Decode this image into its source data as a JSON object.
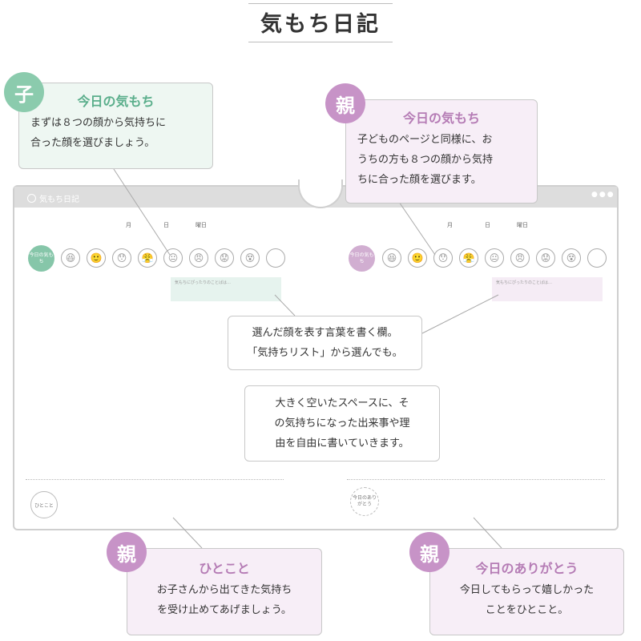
{
  "page_title": "気もち日記",
  "notebook": {
    "label": "気もち日記",
    "left": {
      "month": "月",
      "day": "日",
      "weekday": "曜日",
      "badge": "今日の気もち",
      "word_placeholder": "気もちにぴったりのことばは…"
    },
    "right": {
      "month": "月",
      "day": "日",
      "weekday": "曜日",
      "badge": "今日の気もち",
      "word_placeholder": "気もちにぴったりのことばは…"
    },
    "hitokoto_stamp": "ひとこと",
    "arigato_stamp": "今日のありがとう"
  },
  "callouts": {
    "child_feeling": {
      "role": "子",
      "title": "今日の気もち",
      "lines": [
        "まずは８つの顔から気持ちに",
        "合った顔を選びましょう。"
      ]
    },
    "parent_feeling": {
      "role": "親",
      "title": "今日の気もち",
      "lines": [
        "子どものページと同様に、お",
        "うちの方も８つの顔から気持",
        "ちに合った顔を選びます。"
      ]
    },
    "word_field": {
      "lines": [
        "選んだ顔を表す言葉を書く欄。",
        "「気持ちリスト」から選んでも。"
      ]
    },
    "free_space": {
      "lines": [
        "大きく空いたスペースに、そ",
        "の気持ちになった出来事や理",
        "由を自由に書いていきます。"
      ]
    },
    "hitokoto": {
      "role": "親",
      "title": "ひとこと",
      "lines": [
        "お子さんから出てきた気持ち",
        "を受け止めてあげましょう。"
      ]
    },
    "arigato": {
      "role": "親",
      "title": "今日のありがとう",
      "lines": [
        "今日してもらって嬉しかった",
        "ことをひとこと。"
      ]
    }
  },
  "faces": [
    "😆",
    "🙂",
    "😯",
    "😤",
    "😐",
    "😠",
    "😟",
    "😵",
    ""
  ],
  "colors": {
    "child_accent": "#86c6a9",
    "parent_accent": "#c793c7"
  }
}
